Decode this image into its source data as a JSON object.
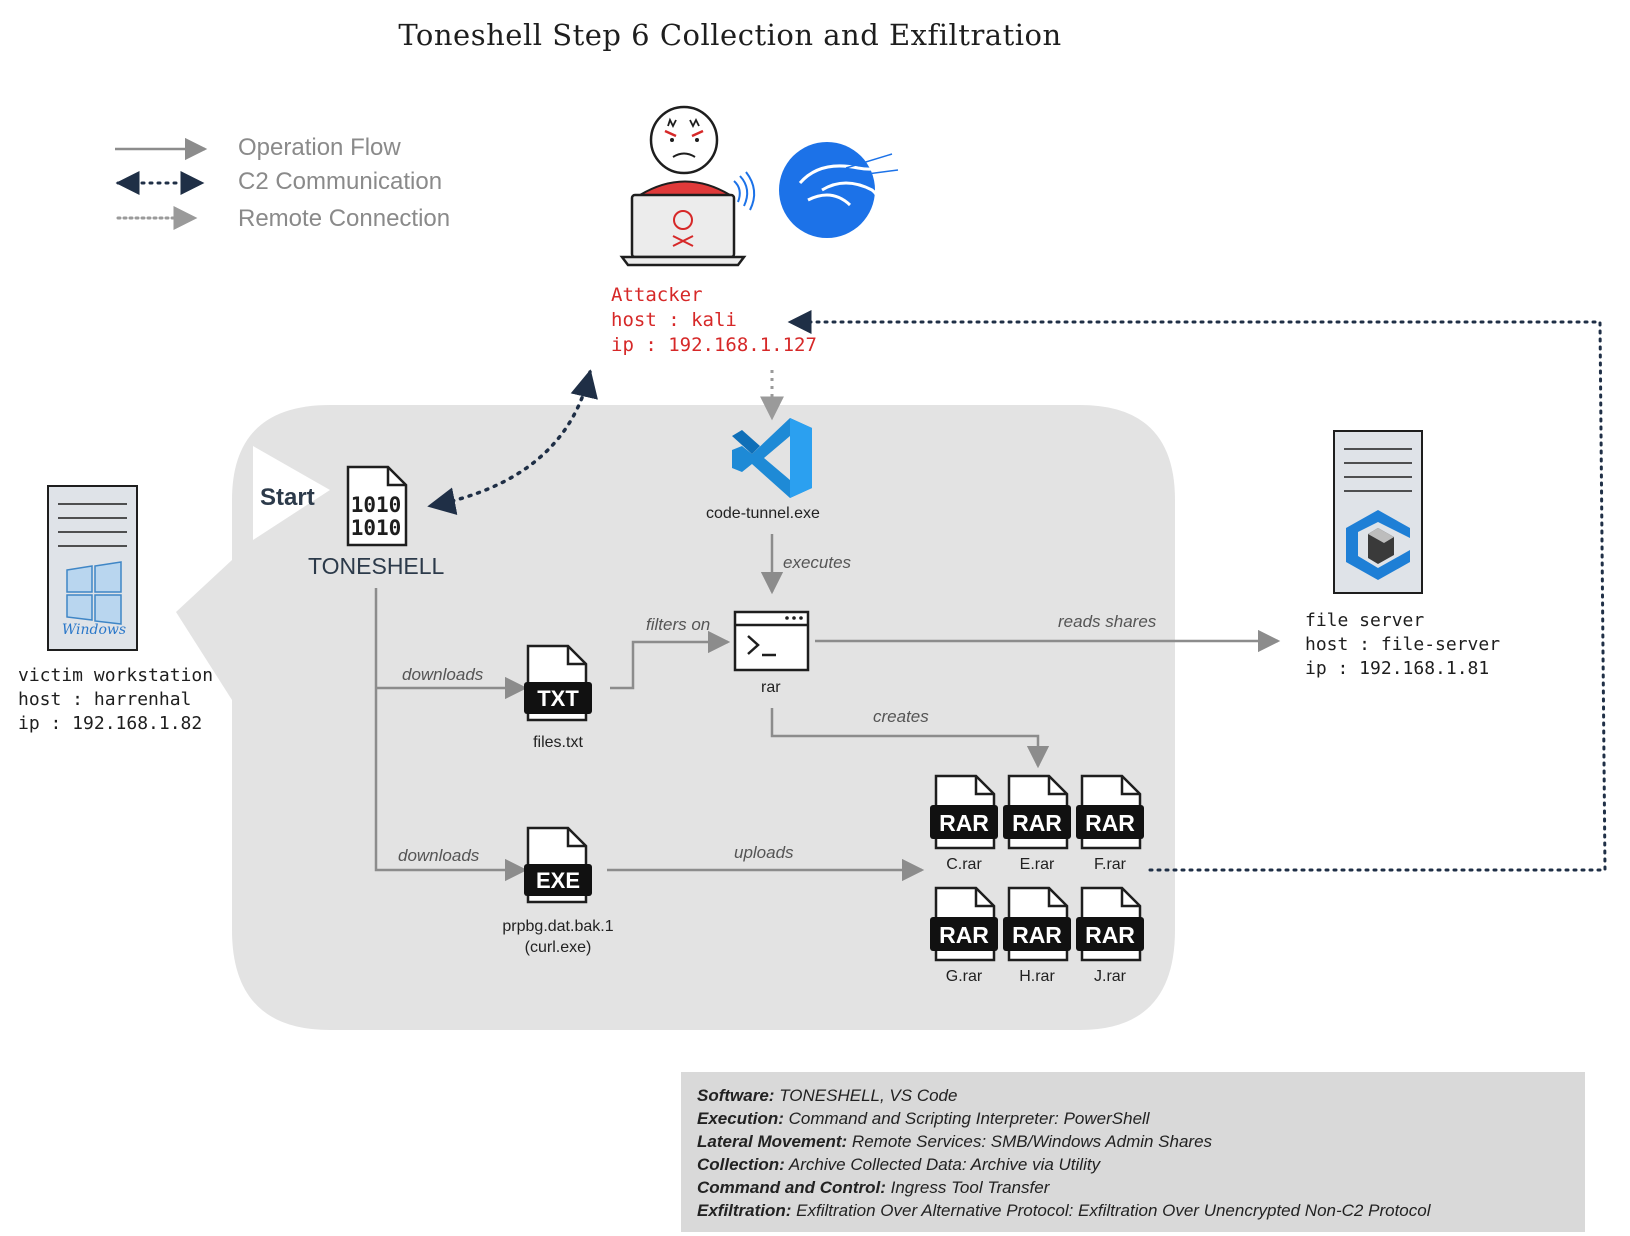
{
  "title": "Toneshell Step 6  Collection and Exfiltration",
  "legend": [
    {
      "label": "Operation Flow"
    },
    {
      "label": "C2 Communication"
    },
    {
      "label": "Remote Connection"
    }
  ],
  "attacker": {
    "name": "Attacker",
    "host": "host : kali",
    "ip": "ip : 192.168.1.127"
  },
  "victim": {
    "name": "victim workstation",
    "host": "host : harrenhal",
    "ip": "ip : 192.168.1.82",
    "os_logo_text": "Windows"
  },
  "file_server": {
    "name": "file server",
    "host": "host : file-server",
    "ip": "ip : 192.168.1.81"
  },
  "start_label": "Start",
  "toneshell_label": "TONESHELL",
  "toneshell_icon_text": [
    "1010",
    "1010"
  ],
  "code_tunnel_label": "code-tunnel.exe",
  "rar_label": "rar",
  "files_txt": {
    "badge": "TXT",
    "label": "files.txt"
  },
  "exe_file": {
    "badge": "EXE",
    "label_line1": "prpbg.dat.bak.1",
    "label_line2": "(curl.exe)"
  },
  "rar_badge": "RAR",
  "rar_files": [
    "C.rar",
    "E.rar",
    "F.rar",
    "G.rar",
    "H.rar",
    "J.rar"
  ],
  "edges": {
    "executes": "executes",
    "downloads_1": "downloads",
    "downloads_2": "downloads",
    "filters_on": "filters on",
    "reads_shares": "reads shares",
    "creates": "creates",
    "uploads": "uploads"
  },
  "mitre": [
    {
      "key": "Software:",
      "value": " TONESHELL, VS Code"
    },
    {
      "key": "Execution:",
      "value": " Command and Scripting Interpreter: PowerShell"
    },
    {
      "key": "Lateral Movement:",
      "value": " Remote Services: SMB/Windows Admin Shares"
    },
    {
      "key": "Collection:",
      "value": " Archive Collected Data: Archive via Utility"
    },
    {
      "key": "Command and Control:",
      "value": " Ingress Tool Transfer"
    },
    {
      "key": "Exfiltration:",
      "value": " Exfiltration Over Alternative Protocol: Exfiltration Over Unencrypted Non-C2 Protocol"
    }
  ],
  "colors": {
    "attacker_text": "#d62828",
    "panel_bg": "#e3e3e3",
    "arrow_gray": "#8c8c8c",
    "c2_dark": "#1f2f46",
    "vscode_blue": "#1e8ad6",
    "kali_blue": "#1c72e8"
  }
}
